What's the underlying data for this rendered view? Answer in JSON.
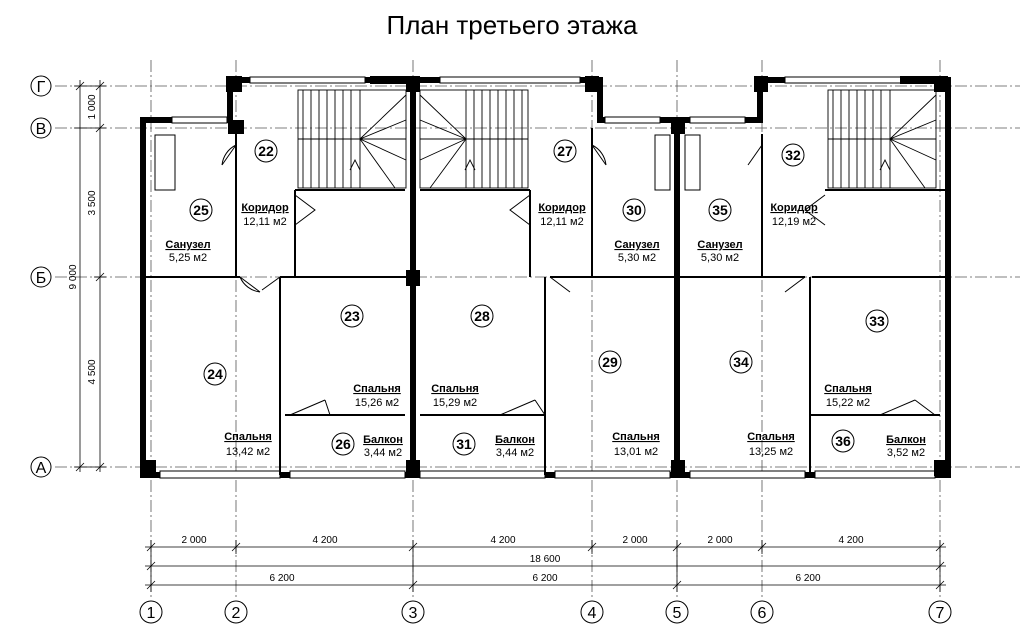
{
  "title": "План третьего этажа",
  "colors": {
    "ink": "#000000",
    "wall": "#000000",
    "grid": "#555555",
    "paper": "#ffffff"
  },
  "axes_vertical": [
    "1",
    "2",
    "3",
    "4",
    "5",
    "6",
    "7"
  ],
  "axes_horizontal": [
    "Г",
    "В",
    "Б",
    "А"
  ],
  "dims_left": {
    "d1": "1 000",
    "d2": "3 500",
    "d3": "4 500",
    "total": "9 000"
  },
  "dims_bottom": {
    "segments": [
      "2 000",
      "4 200",
      "4 200",
      "2 000",
      "2 000",
      "4 200"
    ],
    "total": "18 600",
    "halves": [
      "6 200",
      "6 200",
      "6 200"
    ]
  },
  "rooms": [
    {
      "num": "22",
      "name": "Коридор",
      "area": "12,11 м2"
    },
    {
      "num": "25",
      "name": "Санузел",
      "area": "5,25 м2"
    },
    {
      "num": "24",
      "name": "Спальня",
      "area": "13,42 м2"
    },
    {
      "num": "23",
      "name": "Спальня",
      "area": "15,26 м2"
    },
    {
      "num": "26",
      "name": "Балкон",
      "area": "3,44 м2"
    },
    {
      "num": "27",
      "name": "Коридор",
      "area": "12,11 м2"
    },
    {
      "num": "28",
      "name": "Спальня",
      "area": "15,29 м2"
    },
    {
      "num": "31",
      "name": "Балкон",
      "area": "3,44 м2"
    },
    {
      "num": "30",
      "name": "Санузел",
      "area": "5,30 м2"
    },
    {
      "num": "29",
      "name": "Спальня",
      "area": "13,01 м2"
    },
    {
      "num": "35",
      "name": "Санузел",
      "area": "5,30 м2"
    },
    {
      "num": "32",
      "name": "Коридор",
      "area": "12,19 м2"
    },
    {
      "num": "34",
      "name": "Спальня",
      "area": "13,25 м2"
    },
    {
      "num": "33",
      "name": "Спальня",
      "area": "15,22 м2"
    },
    {
      "num": "36",
      "name": "Балкон",
      "area": "3,52 м2"
    }
  ]
}
